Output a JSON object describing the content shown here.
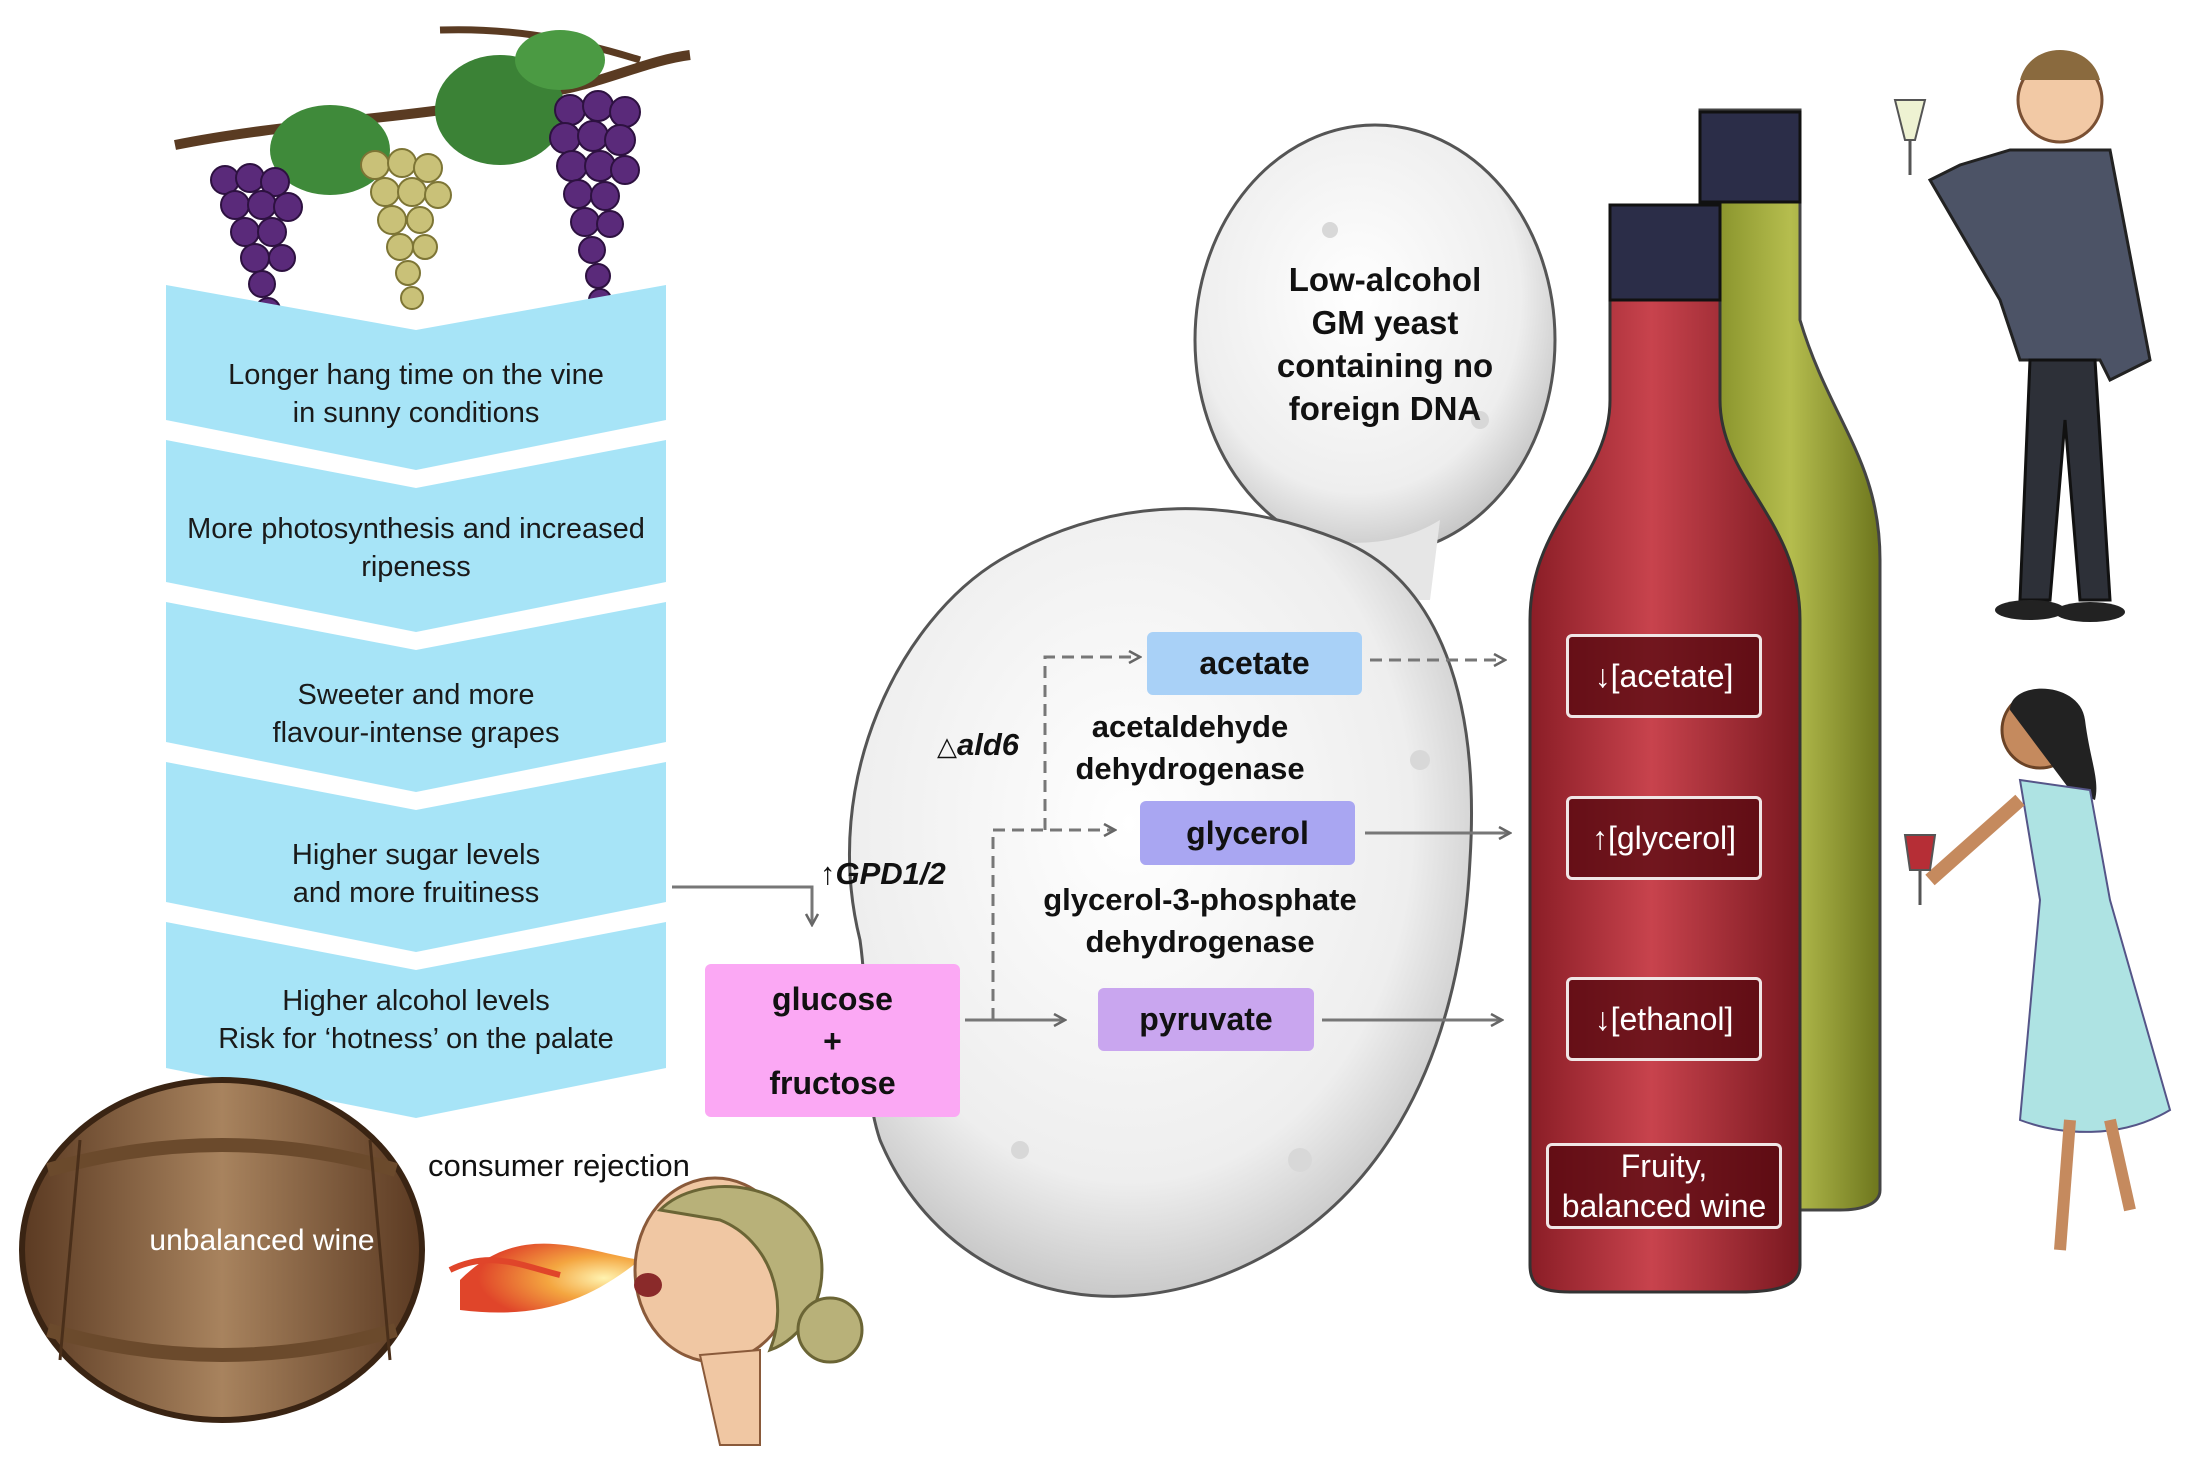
{
  "left_flow": {
    "steps": [
      {
        "line1": "Longer hang time on the vine",
        "line2": "in sunny conditions"
      },
      {
        "line1": "More photosynthesis and increased",
        "line2": "ripeness"
      },
      {
        "line1": "Sweeter and more",
        "line2": "flavour-intense grapes"
      },
      {
        "line1": "Higher sugar levels",
        "line2": "and more fruitiness"
      },
      {
        "line1": "Higher alcohol levels",
        "line2": "Risk for ‘hotness’ on the palate"
      }
    ],
    "barrel_label": "unbalanced wine",
    "rejection_label": "consumer rejection"
  },
  "yeast": {
    "line1": "Low-alcohol",
    "line2": "GM yeast",
    "line3": "containing no",
    "line4": "foreign DNA"
  },
  "pathway": {
    "substrate_line1": "glucose",
    "substrate_plus": "+",
    "substrate_line2": "fructose",
    "acetate": "acetate",
    "glycerol": "glycerol",
    "pyruvate": "pyruvate",
    "gene_ald6": "ald6",
    "gene_ald6_symbol": "△",
    "gene_gpd": "GPD1/2",
    "gene_gpd_symbol": "↑",
    "enzyme_acetaldehyde_line1": "acetaldehyde",
    "enzyme_acetaldehyde_line2": "dehydrogenase",
    "enzyme_glycerol_line1": "glycerol-3-phosphate",
    "enzyme_glycerol_line2": "dehydrogenase"
  },
  "outcomes": {
    "acetate": "↓[acetate]",
    "glycerol": "↑[glycerol]",
    "ethanol": "↓[ethanol]",
    "result_line1": "Fruity,",
    "result_line2": "balanced wine"
  },
  "colors": {
    "chevron": "#a7e4f7",
    "acetate_box": "#a9d1f7",
    "glycerol_box": "#a9a6f2",
    "pyruvate_box": "#c9a6ef",
    "substrate_box": "#fba8f4",
    "red_bottle": "#b0303a",
    "white_bottle": "#9ea63a"
  }
}
